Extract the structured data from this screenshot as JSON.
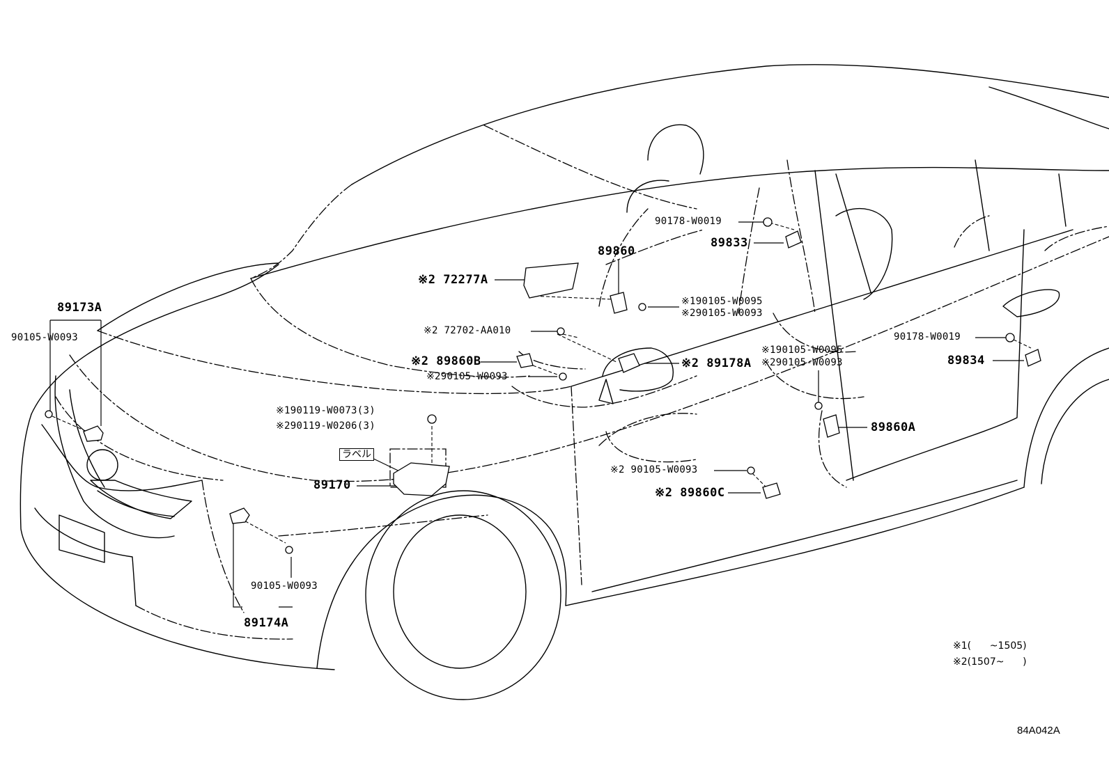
{
  "diagram_code": "84A042A",
  "legend": [
    {
      "mark": "※1",
      "text": "(      ~1505)"
    },
    {
      "mark": "※2",
      "text": "(1507~      )"
    }
  ],
  "label_tag": "ラベル",
  "parts": {
    "p89173A": "89173A",
    "p90105_left": "90105-W0093",
    "p89174A": "89174A",
    "p90105_bottom": "90105-W0093",
    "p89170": "89170",
    "p90119_1": "※190119-W0073(3)",
    "p90119_2": "※290119-W0206(3)",
    "p90105_mid": "※290105-W0093",
    "p89860B": "※2 89860B",
    "p72702": "※2 72702-AA010",
    "p72277A": "※2 72277A",
    "p89860": "89860",
    "p90105_seat1": "※190105-W0095",
    "p90105_seat2": "※290105-W0093",
    "p89178A": "※2 89178A",
    "p90178_top": "90178-W0019",
    "p89833": "89833",
    "p90105_door1": "※190105-W0095",
    "p90105_door2": "※290105-W0093",
    "p89860A": "89860A",
    "p90178_right": "90178-W0019",
    "p89834": "89834",
    "p90105_sill": "※2 90105-W0093",
    "p89860C": "※2 89860C"
  }
}
